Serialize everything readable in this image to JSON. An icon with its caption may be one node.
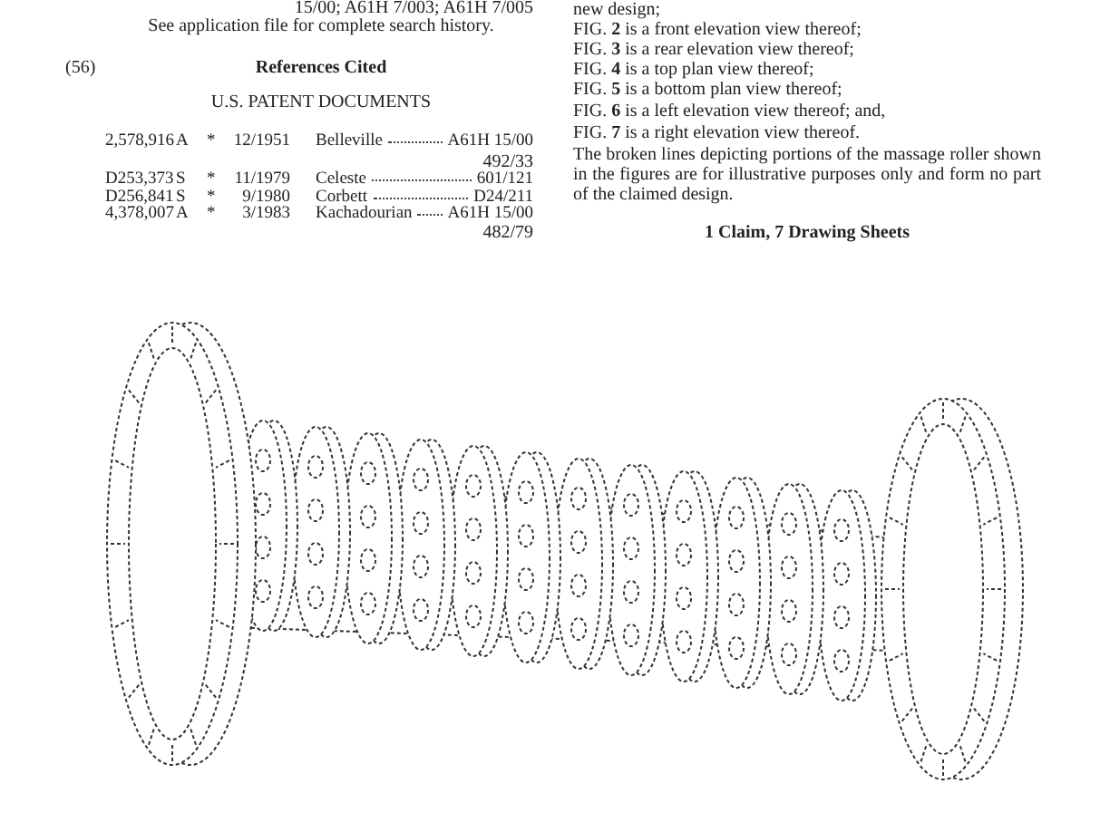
{
  "diagram": {
    "labels": [
      "15/00; A61H 7/003; A61H 7/005",
      "See application file for complete search history.",
      "(56)",
      "References Cited",
      "U.S. PATENT DOCUMENTS",
      "2,578,916",
      "A",
      "*",
      "12/1951",
      "Belleville",
      "A61H 15/00",
      "492/33",
      "D253,373",
      "S",
      "*",
      "11/1979",
      "Celeste",
      "601/121",
      "D256,841",
      "S",
      "*",
      "9/1980",
      "Corbett",
      "D24/211",
      "4,378,007",
      "A",
      "*",
      "3/1983",
      "Kachadourian",
      "A61H 15/00",
      "482/79",
      "new design;",
      "FIG. **2** is a front elevation view thereof;",
      "FIG. **3** is a rear elevation view thereof;",
      "FIG. **4** is a top plan view thereof;",
      "FIG. **5** is a bottom plan view thereof;",
      "FIG. **6** is a left elevation view thereof; and,",
      "FIG. **7** is a right elevation view thereof.",
      "The broken lines depicting portions of the massage roller shown in the figures are for illustrative purposes only and form no part of the claimed design.",
      "1 Claim, 7 Drawing Sheets"
    ]
  }
}
